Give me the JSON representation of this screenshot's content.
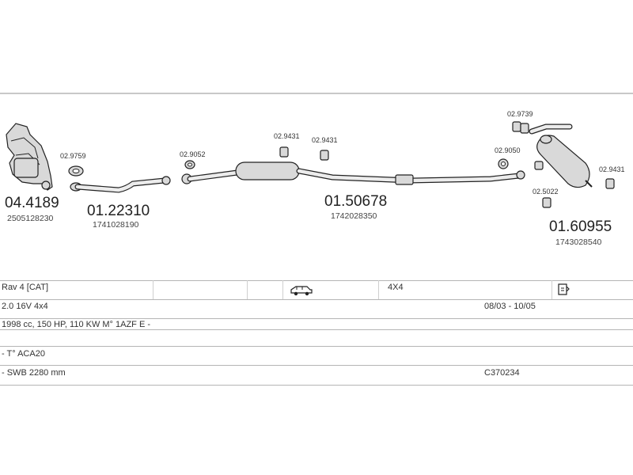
{
  "parts": [
    {
      "id": "catalyst",
      "number": "04.4189",
      "oem": "2505128230"
    },
    {
      "id": "gasket1",
      "number": "02.9759"
    },
    {
      "id": "front-pipe",
      "number": "01.22310",
      "oem": "1741028190"
    },
    {
      "id": "gasket2",
      "number": "02.9052"
    },
    {
      "id": "clamp1",
      "number": "02.9431"
    },
    {
      "id": "clamp2",
      "number": "02.9431"
    },
    {
      "id": "middle-silencer",
      "number": "01.50678",
      "oem": "1742028350"
    },
    {
      "id": "rubber-top",
      "number": "02.9739"
    },
    {
      "id": "gasket3",
      "number": "02.9050"
    },
    {
      "id": "clamp3",
      "number": "02.9431"
    },
    {
      "id": "rubber-bottom",
      "number": "02.5022"
    },
    {
      "id": "rear-silencer",
      "number": "01.60955",
      "oem": "1743028540"
    }
  ],
  "vehicle": {
    "model": "Rav 4  [CAT]",
    "drive": "4X4",
    "engine": "2.0 16V 4x4",
    "years": "08/03 - 10/05",
    "spec": "1998 cc, 150 HP, 110 KW M° 1AZF E -",
    "type": "- T° ACA20",
    "wheelbase": "- SWB 2280 mm",
    "code": "C370234"
  },
  "icons": {
    "car": "car-icon",
    "document": "document-icon"
  }
}
